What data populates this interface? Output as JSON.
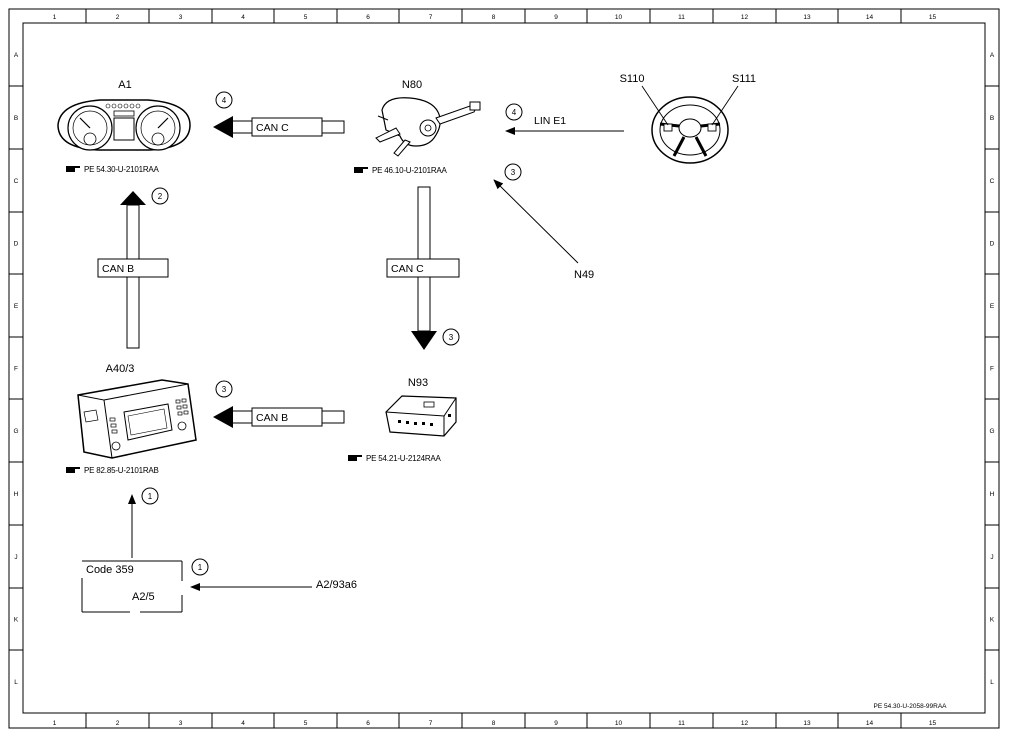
{
  "grid": {
    "columns": [
      "1",
      "2",
      "3",
      "4",
      "5",
      "6",
      "7",
      "8",
      "9",
      "10",
      "11",
      "12",
      "13",
      "14",
      "15"
    ],
    "rows": [
      "A",
      "B",
      "C",
      "D",
      "E",
      "F",
      "G",
      "H",
      "J",
      "K",
      "L"
    ]
  },
  "components": {
    "a1": {
      "label": "A1",
      "ref": "PE 54.30-U-2101RAA"
    },
    "n80": {
      "label": "N80",
      "ref": "PE 46.10-U-2101RAA"
    },
    "s110": {
      "label": "S110"
    },
    "s111": {
      "label": "S111"
    },
    "a40_3": {
      "label": "A40/3",
      "ref": "PE 82.85-U-2101RAB"
    },
    "n93": {
      "label": "N93",
      "ref": "PE 54.21-U-2124RAA"
    },
    "n49": {
      "label": "N49"
    },
    "a2_5": {
      "label": "A2/5",
      "code": "Code 359"
    },
    "a2_93a6": {
      "label": "A2/93a6"
    }
  },
  "connections": {
    "n80_to_a1": {
      "bus": "CAN C",
      "step": "4"
    },
    "steering_to_n80": {
      "bus": "LIN E1",
      "step": "4"
    },
    "a40_to_a1": {
      "bus": "CAN B",
      "step": "2"
    },
    "n80_to_n93": {
      "bus": "CAN C",
      "step": "3"
    },
    "n93_to_a40": {
      "bus": "CAN B",
      "step": "3"
    },
    "n49_to_n80": {
      "step": "3"
    },
    "a25_to_a40": {
      "step": "1"
    },
    "a2_93a6_to_a25": {
      "step": "1"
    }
  },
  "footer_ref": "PE 54.30-U-2058-99RAA"
}
